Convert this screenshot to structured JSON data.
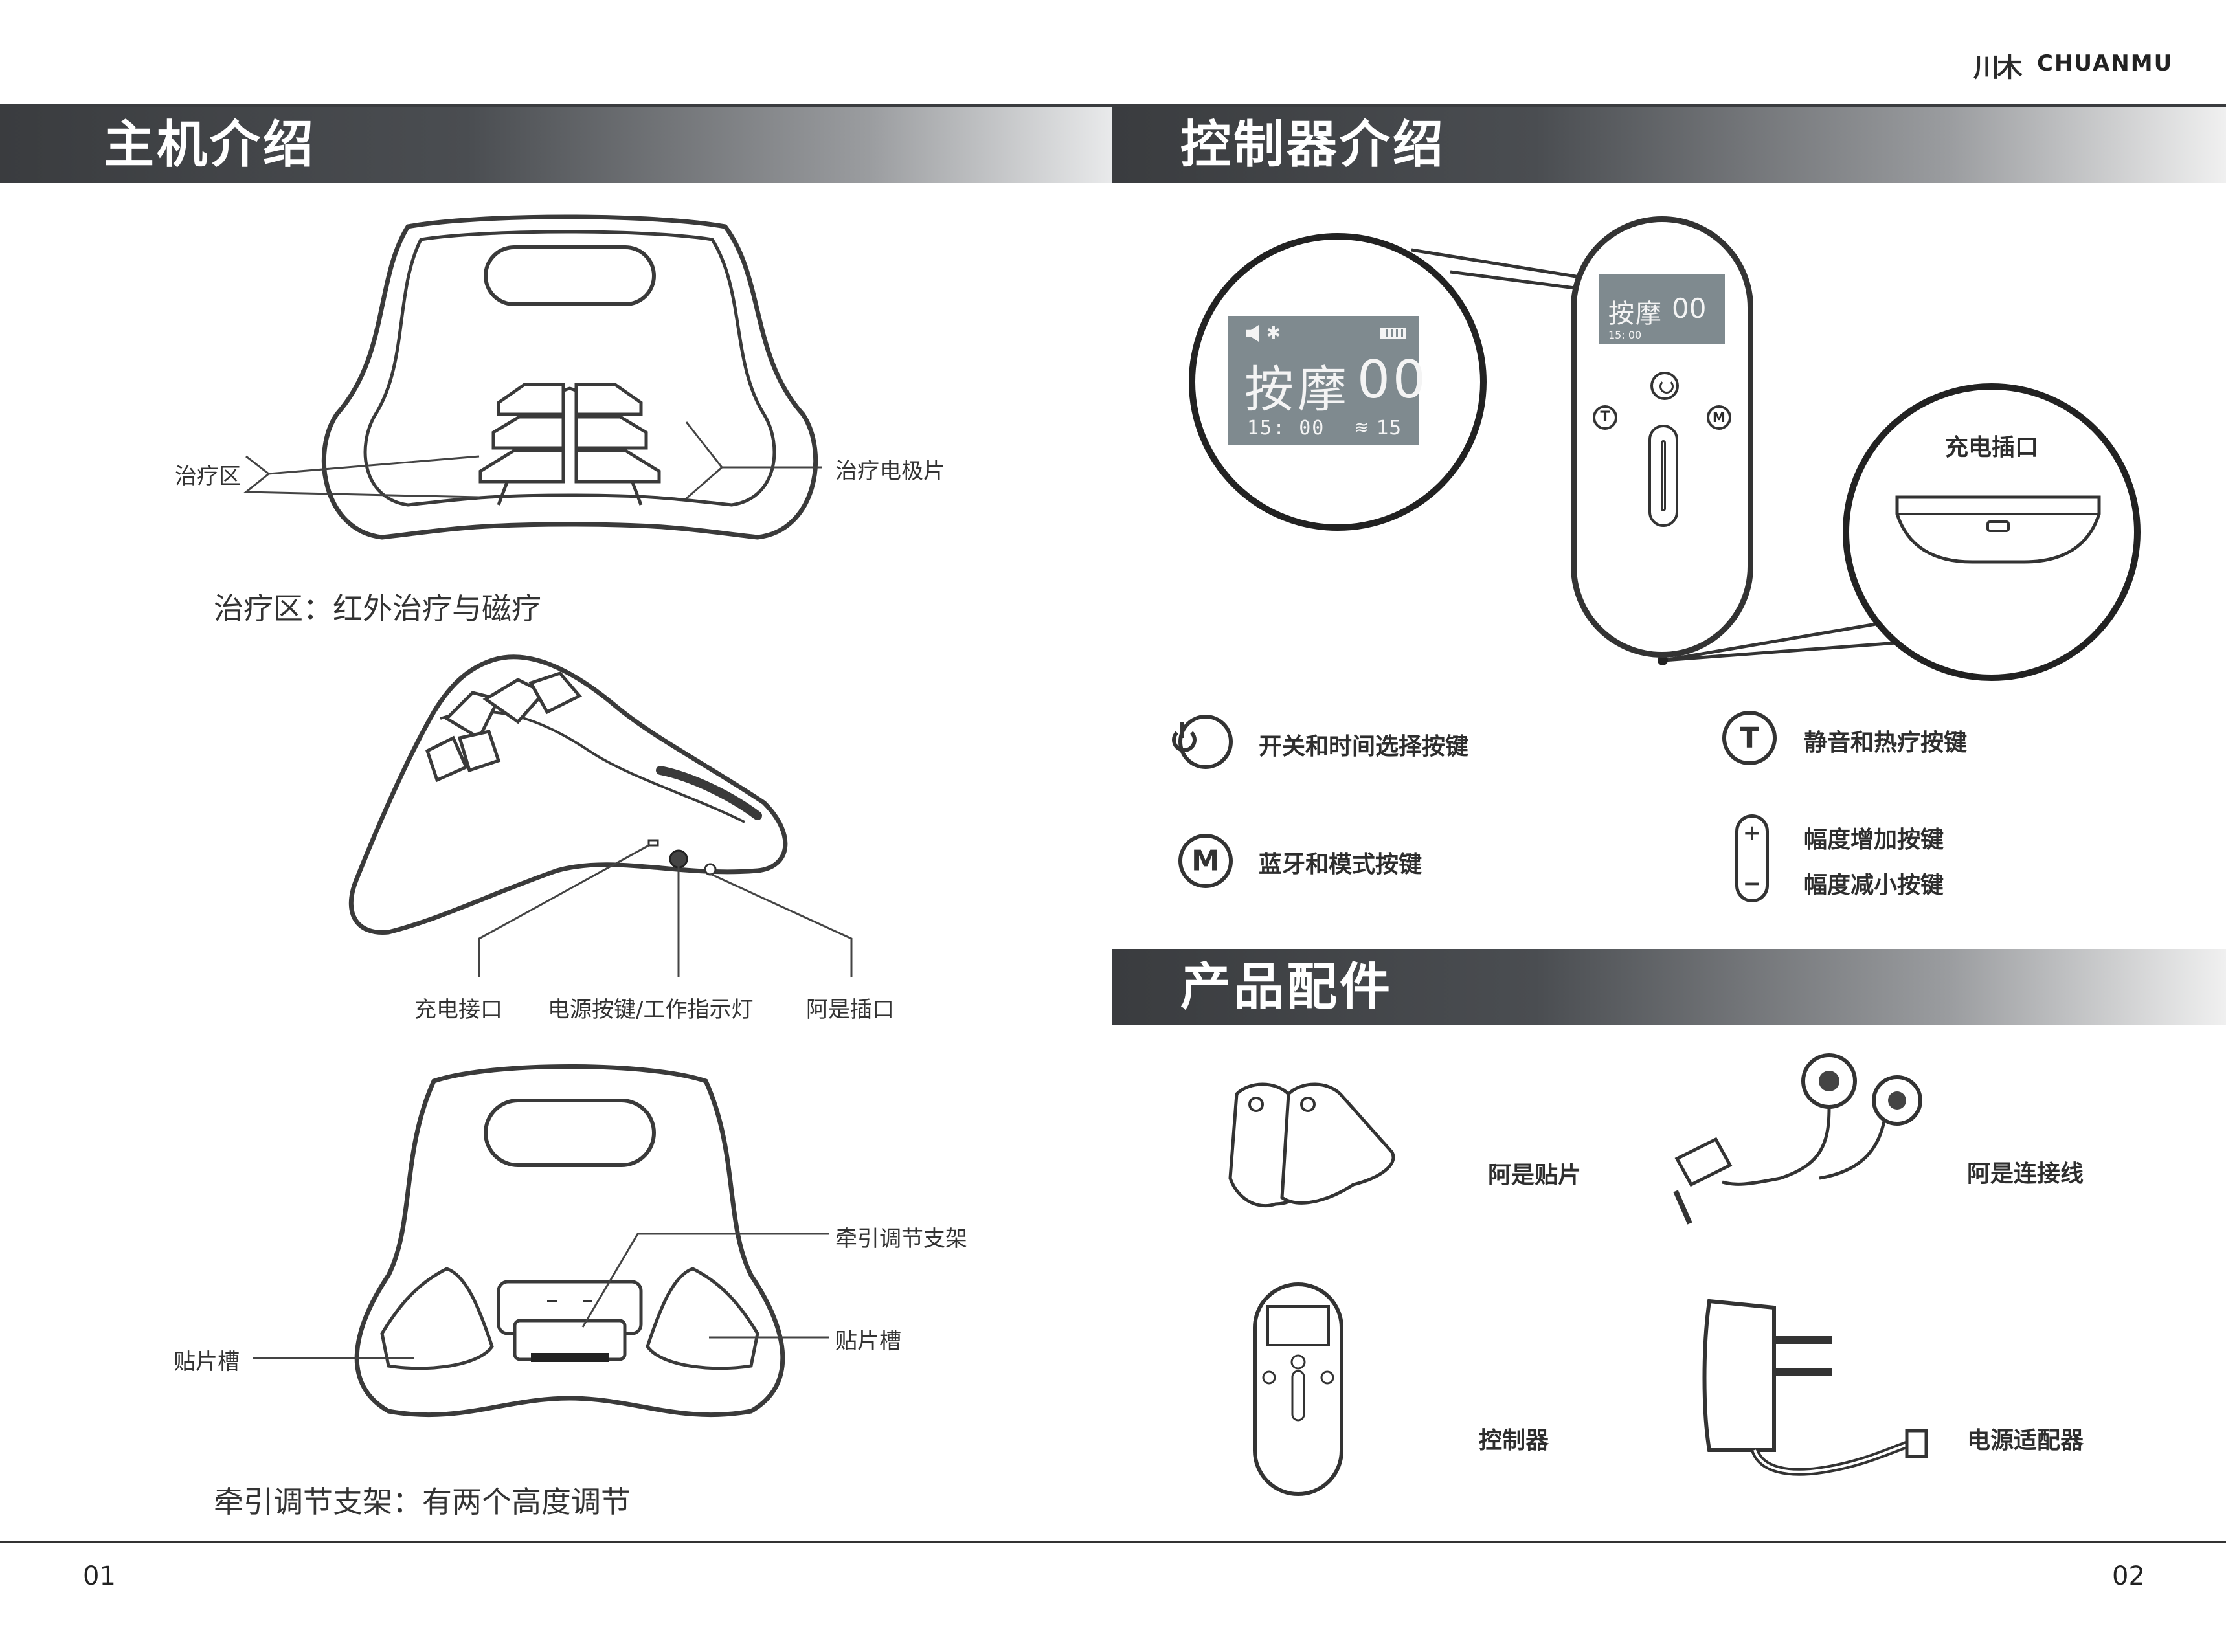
{
  "brand": {
    "logo_mark": "川木",
    "name": "CHUANMU"
  },
  "sections": {
    "host": "主机介绍",
    "controller": "控制器介绍",
    "accessories": "产品配件"
  },
  "host_diagrams": {
    "top": {
      "left_label": "治疗区",
      "right_label": "治疗电极片",
      "caption": "治疗区：红外治疗与磁疗"
    },
    "side": {
      "labels": [
        "充电接口",
        "电源按键/工作指示灯",
        "阿是插口"
      ]
    },
    "back": {
      "traction_label": "牵引调节支架",
      "slot_left": "贴片槽",
      "slot_right": "贴片槽",
      "caption": "牵引调节支架：有两个高度调节"
    }
  },
  "controller": {
    "screen": {
      "mode_text": "按摩",
      "level": "00",
      "time": "15: 00",
      "heat": "15",
      "small_time": "15: 00"
    },
    "charge_port_label": "充电插口",
    "buttons": [
      {
        "icon": "power-icon",
        "label": "开关和时间选择按键"
      },
      {
        "icon": "T",
        "label": "静音和热疗按键"
      },
      {
        "icon": "M",
        "label": "蓝牙和模式按键"
      }
    ],
    "amplitude": {
      "plus": "+",
      "minus": "−",
      "increase_label": "幅度增加按键",
      "decrease_label": "幅度减小按键"
    },
    "small_buttons": {
      "t": "T",
      "m": "M",
      "plus": "+",
      "minus": "−"
    }
  },
  "accessories": [
    {
      "label": "阿是贴片"
    },
    {
      "label": "阿是连接线"
    },
    {
      "label": "控制器"
    },
    {
      "label": "电源适配器"
    }
  ],
  "pages": {
    "left": "01",
    "right": "02"
  }
}
